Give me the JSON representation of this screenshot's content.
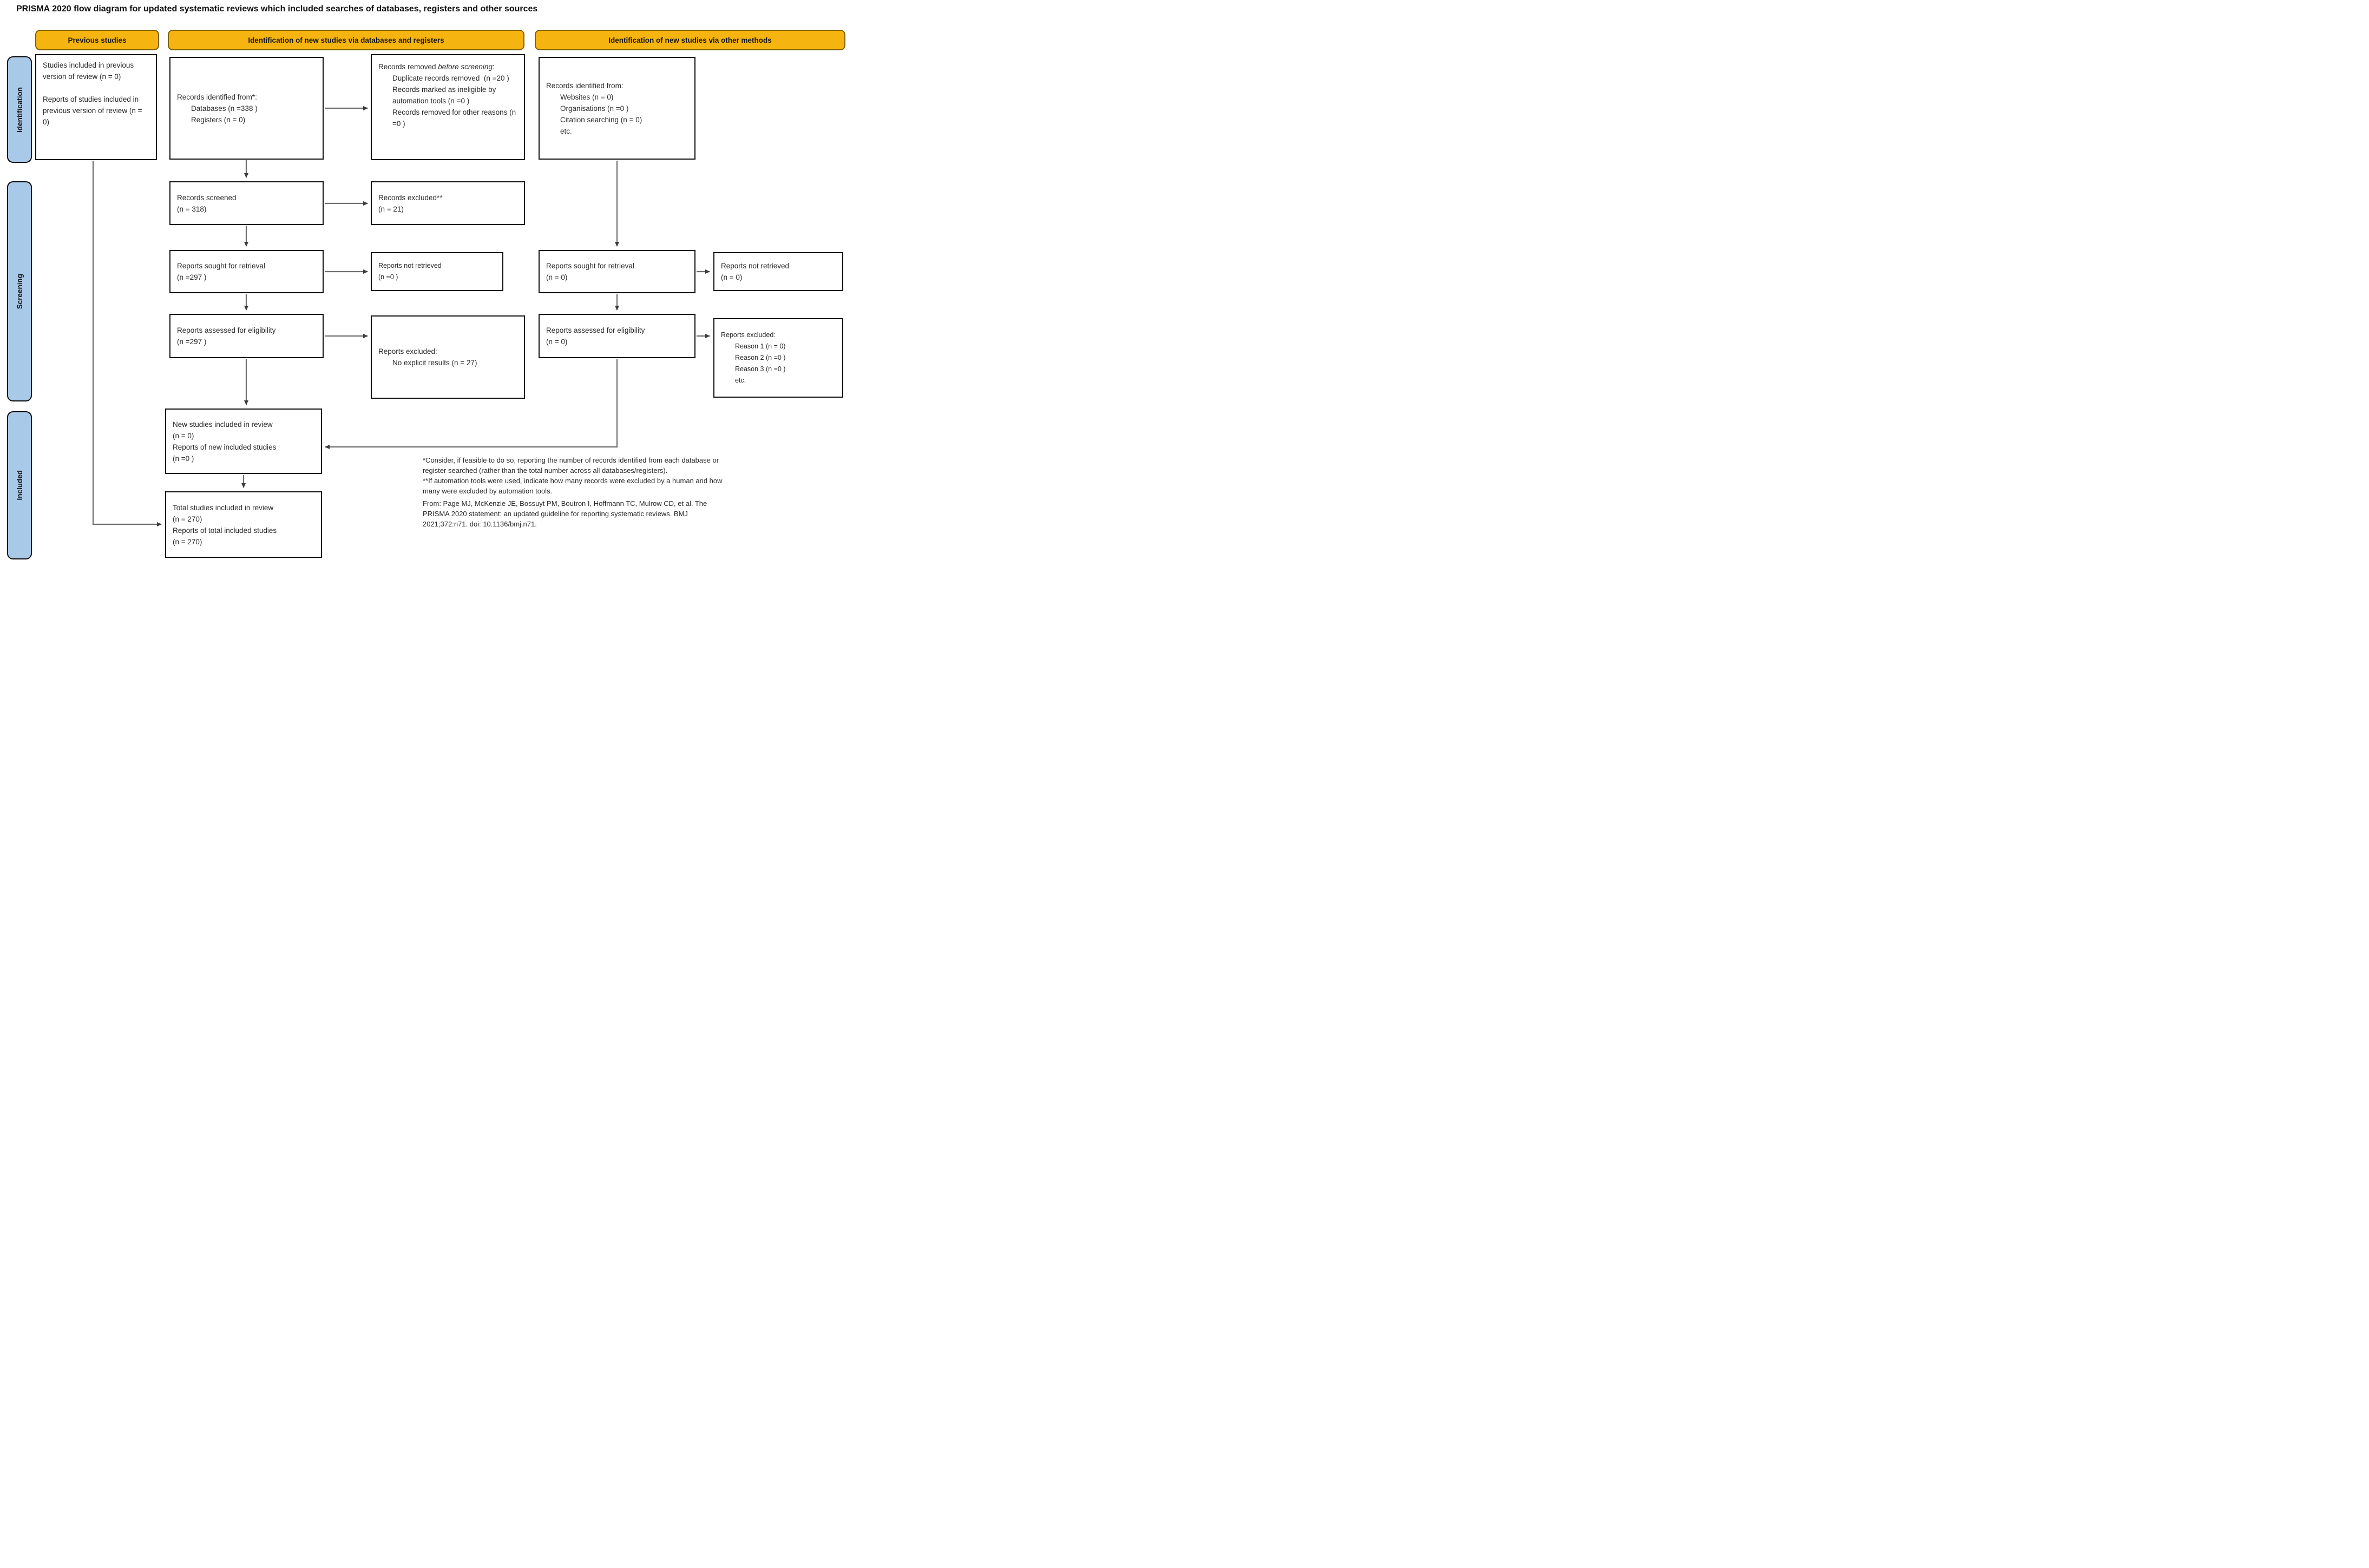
{
  "title": "PRISMA 2020 flow diagram for updated systematic reviews which included searches of databases, registers and other sources",
  "colors": {
    "header_yellow": "#F5B40F",
    "header_yellow_border": "#806000",
    "stage_blue": "#A9C9E9",
    "arrow_gray": "#6e6e6e",
    "arrowhead": "#3c3c3c"
  },
  "column_headers": {
    "previous_studies": "Previous studies",
    "new_via_databases": "Identification of new studies via databases and registers",
    "new_via_other": "Identification of new studies via other methods"
  },
  "stage_labels": {
    "identification": "Identification",
    "screening": "Screening",
    "included": "Included"
  },
  "boxes": {
    "prev_included": {
      "p1": "Studies included in previous version of review (n = 0)",
      "p2": "Reports of studies included in previous version of review (n = 0)"
    },
    "records_identified_db": {
      "l1": "Records identified from*:",
      "l2": "Databases (n =338 )",
      "l3": "Registers (n = 0)"
    },
    "records_removed": {
      "l1_pre": "Records removed ",
      "l1_italic": "before screening",
      "l1_post": ":",
      "l2": "Duplicate records removed  (n =20 )",
      "l3": "Records marked as ineligible by automation tools (n =0 )",
      "l4": "Records removed for other reasons (n =0 )"
    },
    "records_screened": {
      "l1": "Records screened",
      "l2": "(n = 318)"
    },
    "records_excluded": {
      "l1": "Records excluded**",
      "l2": "(n = 21)"
    },
    "reports_sought_db": {
      "l1": "Reports sought for retrieval",
      "l2": "(n =297 )"
    },
    "reports_not_retrieved_db": {
      "l1": "Reports not retrieved",
      "l2": "(n =0 )"
    },
    "reports_assessed_db": {
      "l1": "Reports assessed for eligibility",
      "l2": "(n =297 )"
    },
    "reports_excluded_db": {
      "l1": "Reports excluded:",
      "l2": "No explicit results (n = 27)"
    },
    "new_studies": {
      "l1": "New studies included in review",
      "l2": "(n = 0)",
      "l3": "Reports of new included studies",
      "l4": "(n =0 )"
    },
    "total_studies": {
      "l1": "Total studies included in review",
      "l2": "(n = 270)",
      "l3": "Reports of total included studies",
      "l4": "(n = 270)"
    },
    "records_identified_other": {
      "l1": "Records identified from:",
      "l2": "Websites (n = 0)",
      "l3": "Organisations (n =0 )",
      "l4": "Citation searching (n = 0)",
      "l5": "etc."
    },
    "reports_sought_other": {
      "l1": "Reports sought for retrieval",
      "l2": "(n = 0)"
    },
    "reports_not_retrieved_other": {
      "l1": "Reports not retrieved",
      "l2": "(n = 0)"
    },
    "reports_assessed_other": {
      "l1": "Reports assessed for eligibility",
      "l2": "(n = 0)"
    },
    "reports_excluded_other": {
      "l1": "Reports excluded:",
      "l2": "Reason 1 (n = 0)",
      "l3": "Reason 2 (n =0 )",
      "l4": "Reason 3 (n =0 )",
      "l5": "etc."
    }
  },
  "footnotes": {
    "asterisk": "*Consider, if feasible to do so, reporting the number of records identified from each database or\nregister searched (rather than the total number across all databases/registers).",
    "double_asterisk": "**If automation tools were used, indicate how many records were excluded by a human and how\nmany were excluded by automation tools.",
    "citation": "From:  Page MJ, McKenzie JE, Bossuyt PM, Boutron I, Hoffmann TC, Mulrow CD, et al. The\nPRISMA 2020 statement: an updated guideline for reporting systematic reviews. BMJ\n2021;372:n71. doi: 10.1136/bmj.n71."
  }
}
